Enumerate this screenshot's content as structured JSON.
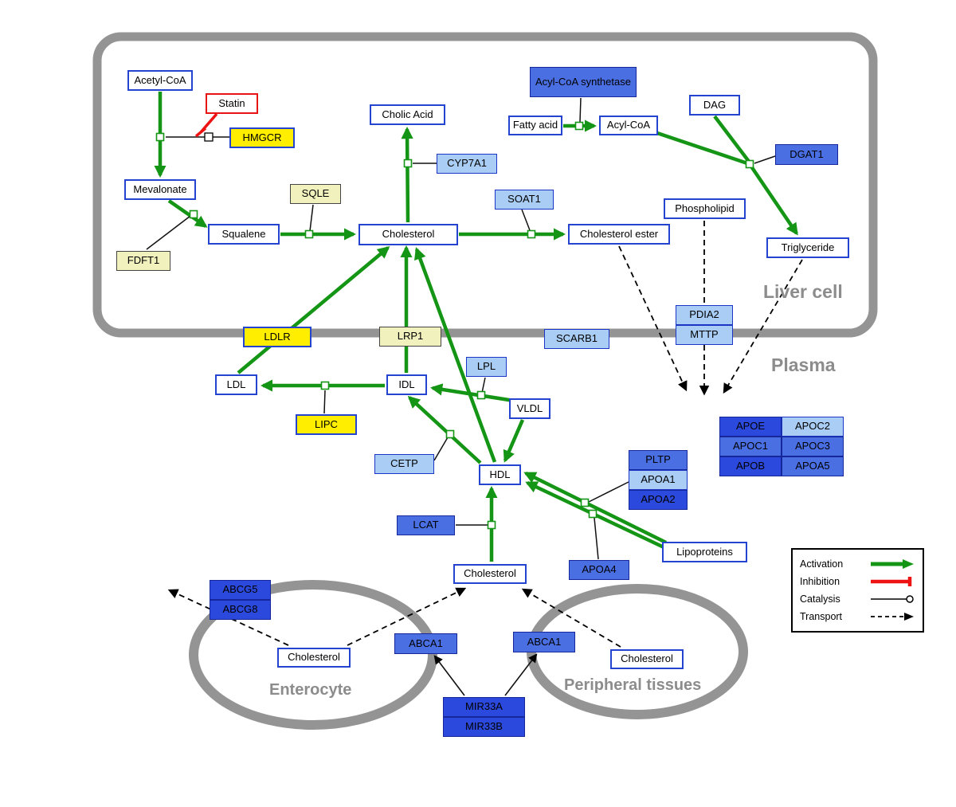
{
  "regions": {
    "liver_cell": "Liver cell",
    "plasma": "Plasma",
    "enterocyte": "Enterocyte",
    "peripheral": "Peripheral tissues"
  },
  "nodes": {
    "acetyl_coa": "Acetyl-CoA",
    "statin": "Statin",
    "hmgcr": "HMGCR",
    "mevalonate": "Mevalonate",
    "fdft1": "FDFT1",
    "squalene": "Squalene",
    "sqle": "SQLE",
    "cholesterol_liver": "Cholesterol",
    "cholic_acid": "Cholic Acid",
    "cyp7a1": "CYP7A1",
    "soat1": "SOAT1",
    "cholesterol_ester": "Cholesterol ester",
    "acyl_coa_synthetase": "Acyl-CoA synthetase",
    "fatty_acid": "Fatty acid",
    "acyl_coa": "Acyl-CoA",
    "dag": "DAG",
    "dgat1": "DGAT1",
    "phospholipid": "Phospholipid",
    "triglyceride": "Triglyceride",
    "ldlr": "LDLR",
    "lrp1": "LRP1",
    "scarb1": "SCARB1",
    "pdia2": "PDIA2",
    "mttp": "MTTP",
    "ldl": "LDL",
    "idl": "IDL",
    "lpl": "LPL",
    "vldl": "VLDL",
    "lipc": "LIPC",
    "cetp": "CETP",
    "hdl": "HDL",
    "pltp": "PLTP",
    "apoa1": "APOA1",
    "apoa2": "APOA2",
    "lcat": "LCAT",
    "apoa4": "APOA4",
    "lipoproteins": "Lipoproteins",
    "cholesterol_plasma": "Cholesterol",
    "apoe": "APOE",
    "apoc2": "APOC2",
    "apoc1": "APOC1",
    "apoc3": "APOC3",
    "apob": "APOB",
    "apoa5": "APOA5",
    "abcg5": "ABCG5",
    "abcg8": "ABCG8",
    "cholesterol_enterocyte": "Cholesterol",
    "abca1_enterocyte": "ABCA1",
    "abca1_peripheral": "ABCA1",
    "cholesterol_peripheral": "Cholesterol",
    "mir33a": "MIR33A",
    "mir33b": "MIR33B"
  },
  "legend": {
    "activation": "Activation",
    "inhibition": "Inhibition",
    "catalysis": "Catalysis",
    "transport": "Transport"
  },
  "colors": {
    "activation_green": "#159515",
    "inhibition_red": "#ee1313",
    "transport_black": "#000000",
    "membrane_gray": "#949494",
    "metabolite_border_blue": "#2443cf",
    "vip_yellow": "#ffee00",
    "enzyme_pale_yellow": "#f1f1bd",
    "gene_blue_light": "#a9cdf4",
    "gene_blue_medium": "#4a6fe3",
    "gene_blue_dark": "#2b49dc",
    "region_label_gray": "#8c8c8c"
  }
}
